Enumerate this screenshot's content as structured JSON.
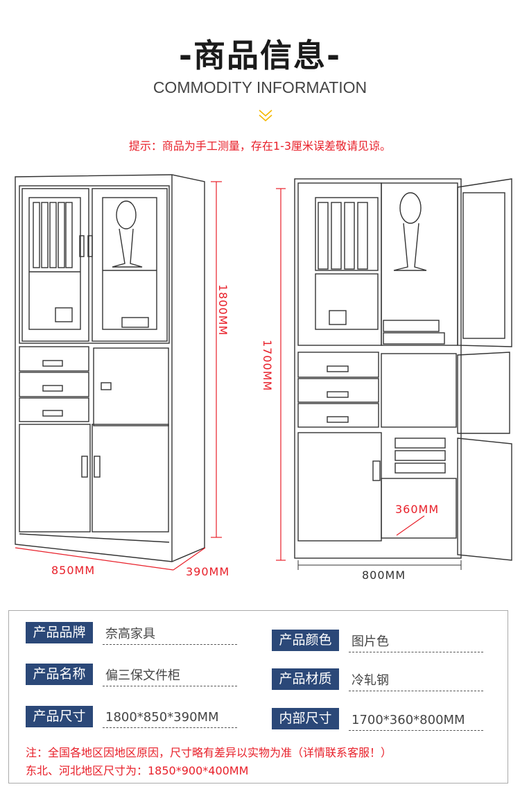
{
  "header": {
    "title": "-商品信息-",
    "subtitle": "COMMODITY INFORMATION",
    "chevron_icon": "double-chevron-down-icon",
    "tip": "提示：商品为手工测量，存在1-3厘米误差敬请见谅。"
  },
  "dimensions": {
    "left_height": "1800MM",
    "left_width": "850MM",
    "left_depth": "390MM",
    "right_height": "1700MM",
    "right_width": "800MM",
    "right_depth": "360MM"
  },
  "specs": [
    {
      "label": "产品品牌",
      "value": "奈高家具"
    },
    {
      "label": "产品名称",
      "value": "偏三保文件柜"
    },
    {
      "label": "产品尺寸",
      "value": "1800*850*390MM"
    },
    {
      "label": "产品颜色",
      "value": "图片色"
    },
    {
      "label": "产品材质",
      "value": "冷轧钢"
    },
    {
      "label": "内部尺寸",
      "value": "1700*360*800MM"
    }
  ],
  "notes": [
    "注：全国各地区因地区原因，尺寸略有差异以实物为准（详情联系客服！）",
    "东北、河北地区尺寸为：1850*900*400MM"
  ],
  "colors": {
    "accent_red": "#e8202a",
    "label_blue": "#2b4878",
    "chevron": "#f5b800"
  }
}
